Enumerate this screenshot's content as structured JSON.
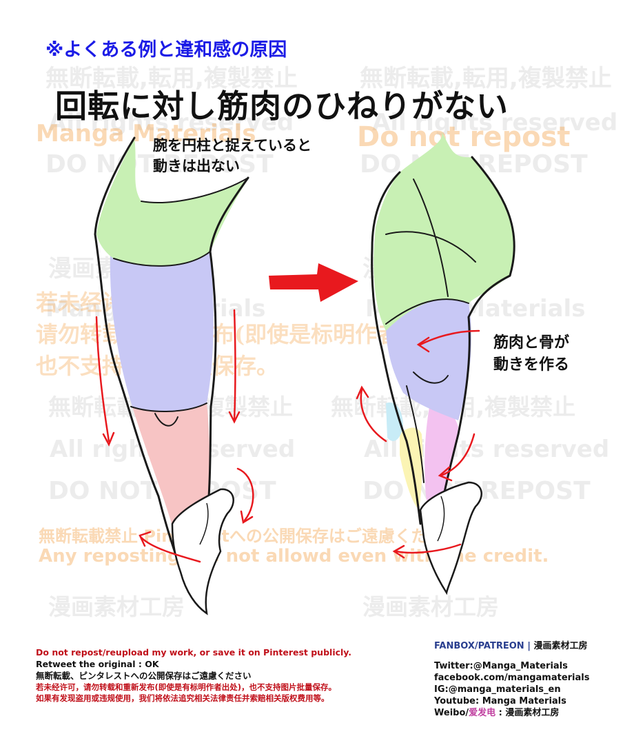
{
  "header": {
    "section_label": "※よくある例と違和感の原因",
    "title": "回転に対し筋肉のひねりがない"
  },
  "annotations": {
    "left_note": [
      "腕を円柱と捉えていると",
      "動きは出ない"
    ],
    "right_note": [
      "筋肉と骨が",
      "動きを作る"
    ]
  },
  "watermarks": {
    "no_repost_jp": "無断転載,転用,複製禁止",
    "all_rights": "All rights reserved",
    "manga_materials": "Manga Materials",
    "do_not_repost": "Do not repost",
    "do_not_repost_caps": "DO NOT REPOST",
    "studio_name": "漫画素材工房",
    "cn_line1": "若未经许可",
    "cn_line2": "请勿转载和重新发布(即使是标明作者出处)",
    "cn_line3": "也不支持图片批量保存。",
    "jp_pinterest": "無断転載禁止 Pinterestへの公開保存はご遠慮ください",
    "en_credit": "Any reposting are not allowd even with the credit."
  },
  "footer": {
    "en_notice": "Do not repost/reupload my work, or save it on Pinterest publicly.",
    "retweet": "Retweet the original : OK",
    "jp_notice": "無断転載、ピンタレストへの公開保存はご遠慮ください",
    "cn_notice1": "若未经许可，请勿转载和重新发布(即使是有标明作者出处)，也不支持图片批量保存。",
    "cn_notice2": "如果有发现盗用或违规使用，我们将依法追究相关法律责任并索赔相关版权费用等。",
    "fanbox": "FANBOX/PATREON",
    "fanbox_sep": "|",
    "fanbox_name": "漫画素材工房",
    "twitter": "Twitter:@Manga_Materials",
    "facebook": "facebook.com/mangamaterials",
    "instagram": "IG:@manga_materials_en",
    "youtube": "Youtube: Manga Materials",
    "weibo_prefix": "Weibo/",
    "weibo_name": "爱发电",
    "weibo_suffix": " : 漫画素材工房"
  },
  "colors": {
    "shoulder_green": "#c8f0b4",
    "bicep_blue": "#c8c8f5",
    "forearm_pink": "#f7c4c4",
    "arrow_red": "#e8191e",
    "title_blue": "#1c1ce6"
  }
}
